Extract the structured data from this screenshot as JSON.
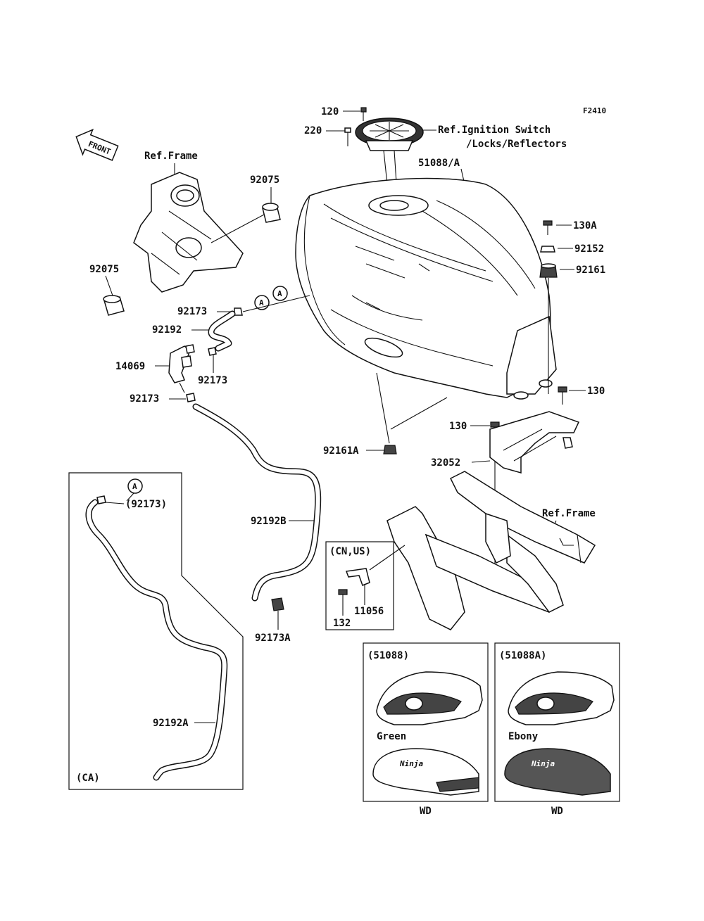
{
  "diagram_code": "F2410",
  "front_label": "FRONT",
  "circle_marker": "A",
  "callouts": {
    "c120": "120",
    "c220": "220",
    "ref_ignition": "Ref.Ignition Switch",
    "ref_ignition2": "/Locks/Reflectors",
    "c51088a": "51088/A",
    "ref_frame_top": "Ref.Frame",
    "c92075_top": "92075",
    "c92075_left": "92075",
    "c130a": "130A",
    "c92152": "92152",
    "c92161": "92161",
    "c92173_a": "92173",
    "c92192": "92192",
    "c14069": "14069",
    "c92173_b": "92173",
    "c92173_c": "92173",
    "c130_right": "130",
    "c130_mid": "130",
    "c92161a": "92161A",
    "c32052": "32052",
    "ref_frame_bottom": "Ref.Frame",
    "c92192b": "92192B",
    "c92173a": "92173A",
    "cn_us": "(CN,US)",
    "c11056": "11056",
    "c132": "132",
    "ca_92173": "(92173)",
    "ca_92192a": "92192A",
    "ca_label": "(CA)"
  },
  "variants": [
    {
      "part": "(51088)",
      "color": "Green",
      "code": "WD"
    },
    {
      "part": "(51088A)",
      "color": "Ebony",
      "code": "WD"
    }
  ],
  "logo_text": "Ninja"
}
